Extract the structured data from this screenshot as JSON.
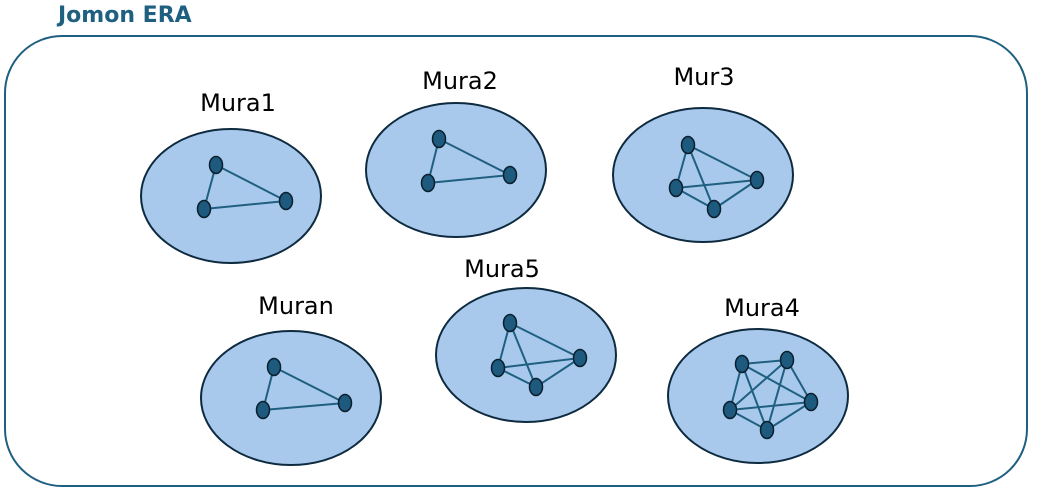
{
  "era": {
    "title": "Jomon ERA"
  },
  "villages": [
    {
      "name": "Mura1"
    },
    {
      "name": "Mura2"
    },
    {
      "name": "Mur3"
    },
    {
      "name": "Muran"
    },
    {
      "name": "Mura5"
    },
    {
      "name": "Mura4"
    }
  ],
  "colors": {
    "frame": "#1f5f80",
    "title": "#1f5f80",
    "ellipse_fill": "#a9c9ec",
    "ellipse_stroke": "#0d2a3f",
    "node_fill": "#1d5a7e",
    "node_stroke": "#0a1f2e",
    "edge": "#1f5f80"
  }
}
